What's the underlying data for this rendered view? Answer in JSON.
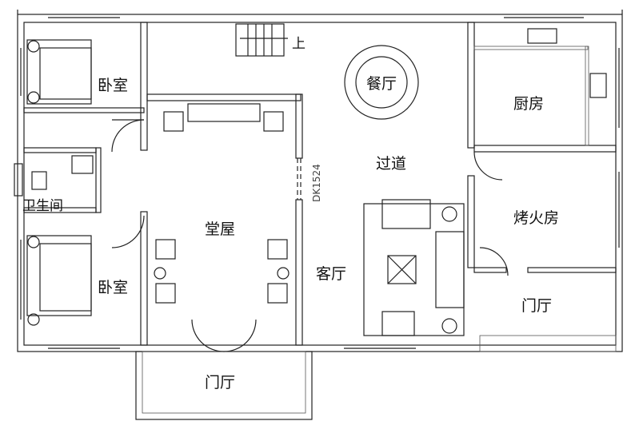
{
  "rooms": {
    "bedroom_top": "卧室",
    "bedroom_bottom": "卧室",
    "bathroom": "卫生间",
    "main_hall": "堂屋",
    "front_porch": "门厅",
    "living_room": "客厅",
    "corridor": "过道",
    "dining_room": "餐厅",
    "kitchen": "厨房",
    "fire_room": "烤火房",
    "side_entry": "门厅"
  },
  "stairs_label": "上",
  "window_code": "DK1524"
}
